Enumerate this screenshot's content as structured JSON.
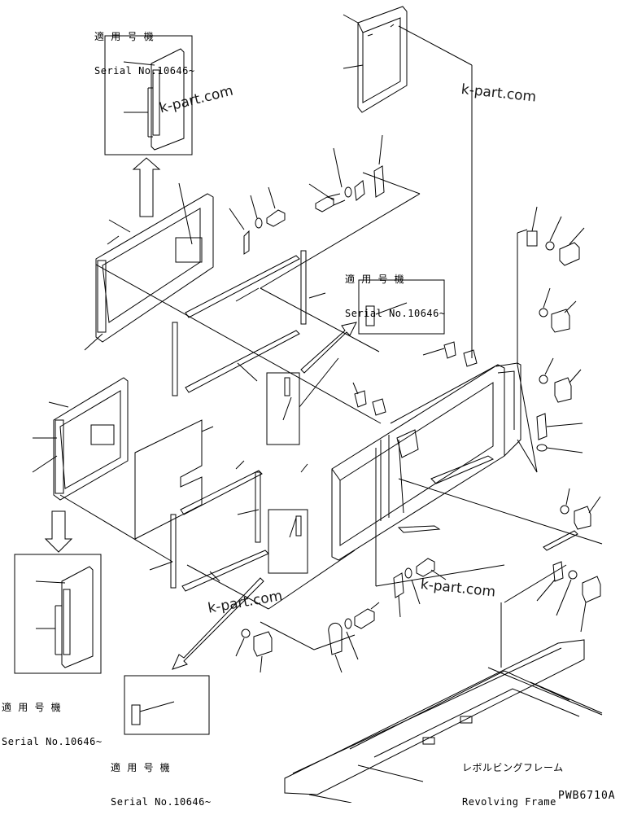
{
  "serial_labels": [
    {
      "jp": "適 用 号 機",
      "en": "Serial No.10646~"
    },
    {
      "jp": "適 用 号 機",
      "en": "Serial No.10646~"
    },
    {
      "jp": "適 用 号 機",
      "en": "Serial No.10646~"
    },
    {
      "jp": "適 用 号 機",
      "en": "Serial No.10646~"
    }
  ],
  "frame_label": {
    "jp": "レボルビングフレーム",
    "en": "Revolving Frame"
  },
  "watermarks": [
    "k-part.com",
    "k-part.com",
    "k-part.com",
    "k-part.com"
  ],
  "drawing_code": "PWB6710A"
}
